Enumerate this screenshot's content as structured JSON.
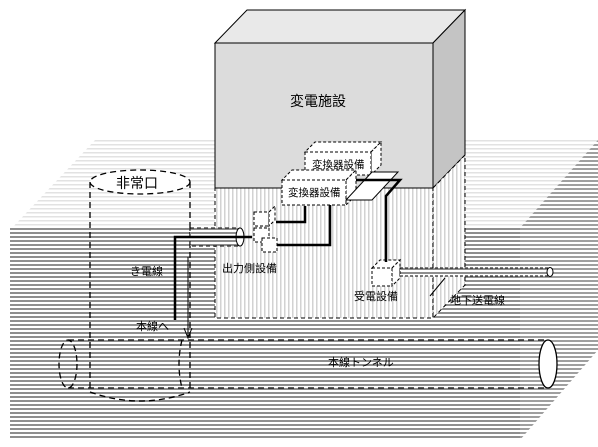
{
  "labels": {
    "substation": "変電施設",
    "emergency_exit": "非常口",
    "converter_1": "変換器設備",
    "converter_2": "変換器設備",
    "feeder": "き電線",
    "output_side": "出力側設備",
    "to_main_line": "本線へ",
    "receiving": "受電設備",
    "underground_cable": "地下送電線",
    "main_tunnel": "本線トンネル"
  },
  "colors": {
    "stripe_front": "#8e8e8e",
    "stripe_side": "#9a9a9a",
    "building_front": "#dcdcdc",
    "building_roof": "#e9e9e9",
    "building_side": "#c4c4c4",
    "ink": "#000000"
  }
}
